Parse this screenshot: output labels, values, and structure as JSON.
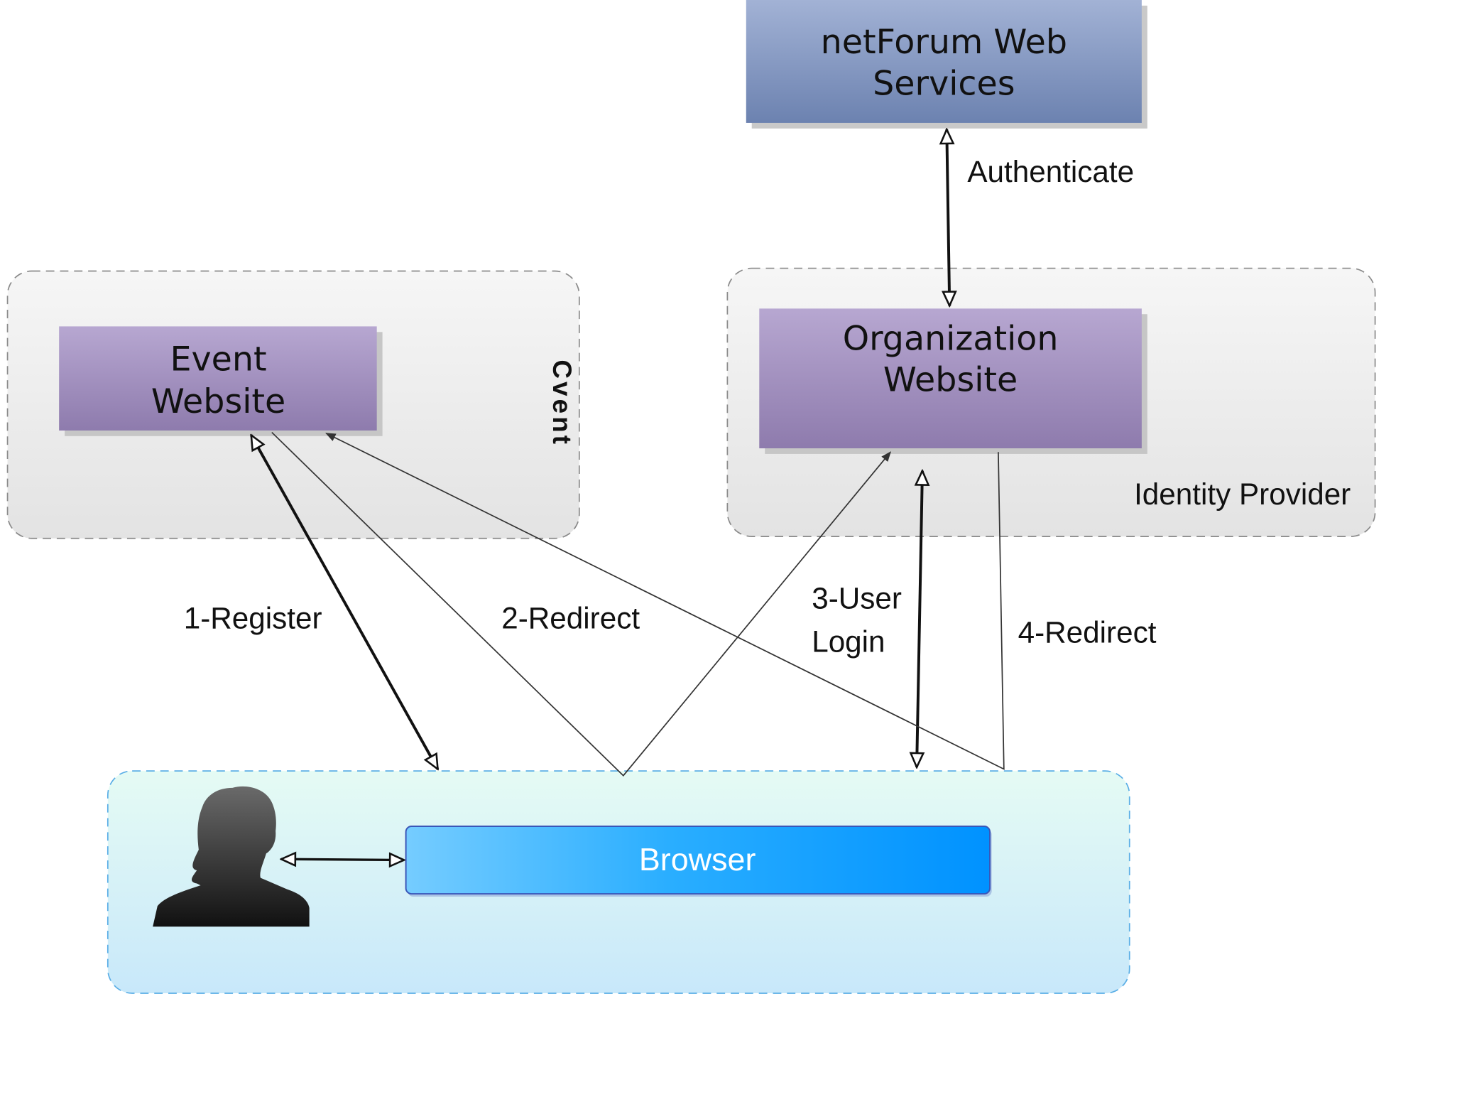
{
  "nodes": {
    "netforum": {
      "line1": "netForum Web",
      "line2": "Services"
    },
    "event": {
      "line1": "Event",
      "line2": "Website"
    },
    "organization": {
      "line1": "Organization",
      "line2": "Website"
    },
    "browser": {
      "label": "Browser"
    }
  },
  "groups": {
    "cvent": {
      "label": "Cvent"
    },
    "identity_provider": {
      "label": "Identity Provider"
    }
  },
  "edges": {
    "authenticate": {
      "label": "Authenticate"
    },
    "register": {
      "label": "1-Register"
    },
    "redirect_2": {
      "label": "2-Redirect"
    },
    "user_login": {
      "line1": "3-User",
      "line2": "Login"
    },
    "redirect_4": {
      "label": "4-Redirect"
    }
  },
  "user": {
    "icon": "user-silhouette-icon"
  },
  "colors": {
    "purple_top": "#b7a7d1",
    "purple_bottom": "#8e7bad",
    "blue_box_top": "#9fb0d4",
    "blue_box_bottom": "#6d84b1",
    "browser_light": "#6cc8ff",
    "browser_dark": "#0094ff",
    "browser_group_top": "#e4fbf5",
    "browser_group_bottom": "#c9e9fa"
  }
}
